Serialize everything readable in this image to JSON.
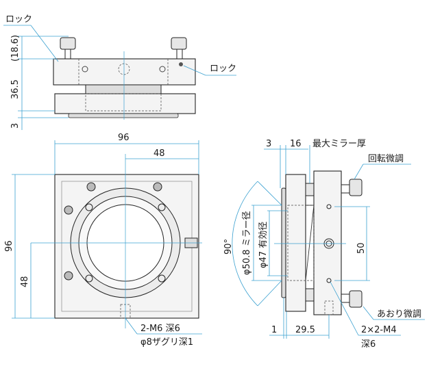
{
  "top_view": {
    "lock_left": "ロック",
    "lock_right": "ロック",
    "dim_knob_height": "(18.6)",
    "dim_body_height": "36.5",
    "dim_base": "3"
  },
  "front_view": {
    "dim_width": "96",
    "dim_half_width": "48",
    "dim_height": "96",
    "dim_half_height": "48",
    "hole_spec": "2-M6 深6",
    "counterbore_spec": "φ8ザグリ深1"
  },
  "side_view": {
    "dim_3": "3",
    "dim_16": "16",
    "max_mirror_thickness": "最大ミラー厚",
    "rotation_fine_adjust": "回転微調",
    "tilt_fine_adjust": "あおり微調",
    "dim_50": "50",
    "tap_spec": "2×2-M4",
    "tap_depth": "深6",
    "dim_1": "1",
    "dim_29_5": "29.5",
    "angle": "90°",
    "mirror_diameter": "φ50.8 ミラー径",
    "effective_diameter": "φ47 有効径"
  },
  "colors": {
    "dimension": "#3aa0d0",
    "outline": "#222222"
  }
}
